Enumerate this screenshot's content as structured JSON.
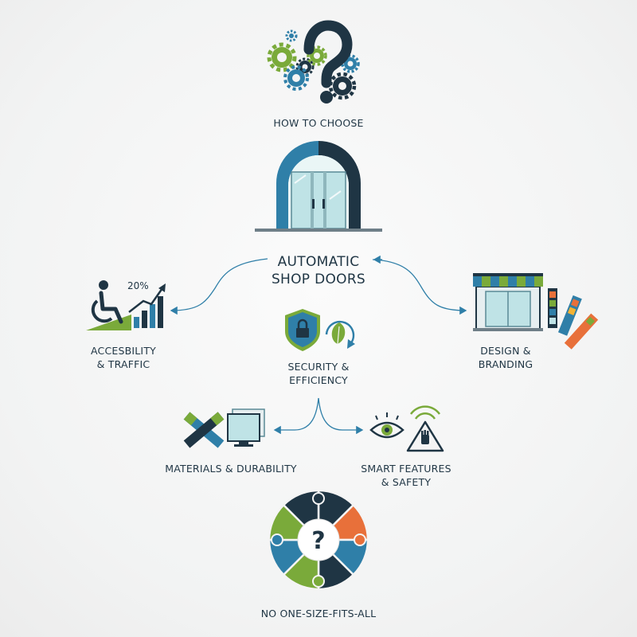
{
  "header": {
    "label": "HOW TO CHOOSE"
  },
  "center": {
    "title_line1": "AUTOMATIC",
    "title_line2": "SHOP DOORS"
  },
  "nodes": {
    "accessibility": {
      "line1": "ACCESBILITY",
      "line2": "& TRAFFIC",
      "stat": "20%"
    },
    "design": {
      "line1": "DESIGN &",
      "line2": "BRANDING"
    },
    "security": {
      "line1": "SECURITY &",
      "line2": "EFFICIENCY"
    },
    "materials": {
      "line1": "MATERIALS & DURABILITY"
    },
    "smart": {
      "line1": "SMART FEATURES",
      "line2": "& SAFETY"
    }
  },
  "footer": {
    "label": "NO ONE-SIZE-FITS-ALL"
  },
  "colors": {
    "navy": "#1f3544",
    "blue": "#2f7fa8",
    "teal": "#3f8fa3",
    "green": "#7aaa3a",
    "orange": "#e8703a",
    "glass": "#bfe3e6"
  },
  "icons": [
    "gears-question-icon",
    "arched-door-icon",
    "wheelchair-icon",
    "growth-chart-icon",
    "storefront-icon",
    "color-swatch-icon",
    "security-shield-icon",
    "eco-leaf-icon",
    "materials-tools-icon",
    "monitor-panels-icon",
    "eye-sensor-icon",
    "warning-hand-icon",
    "puzzle-circle-icon"
  ]
}
